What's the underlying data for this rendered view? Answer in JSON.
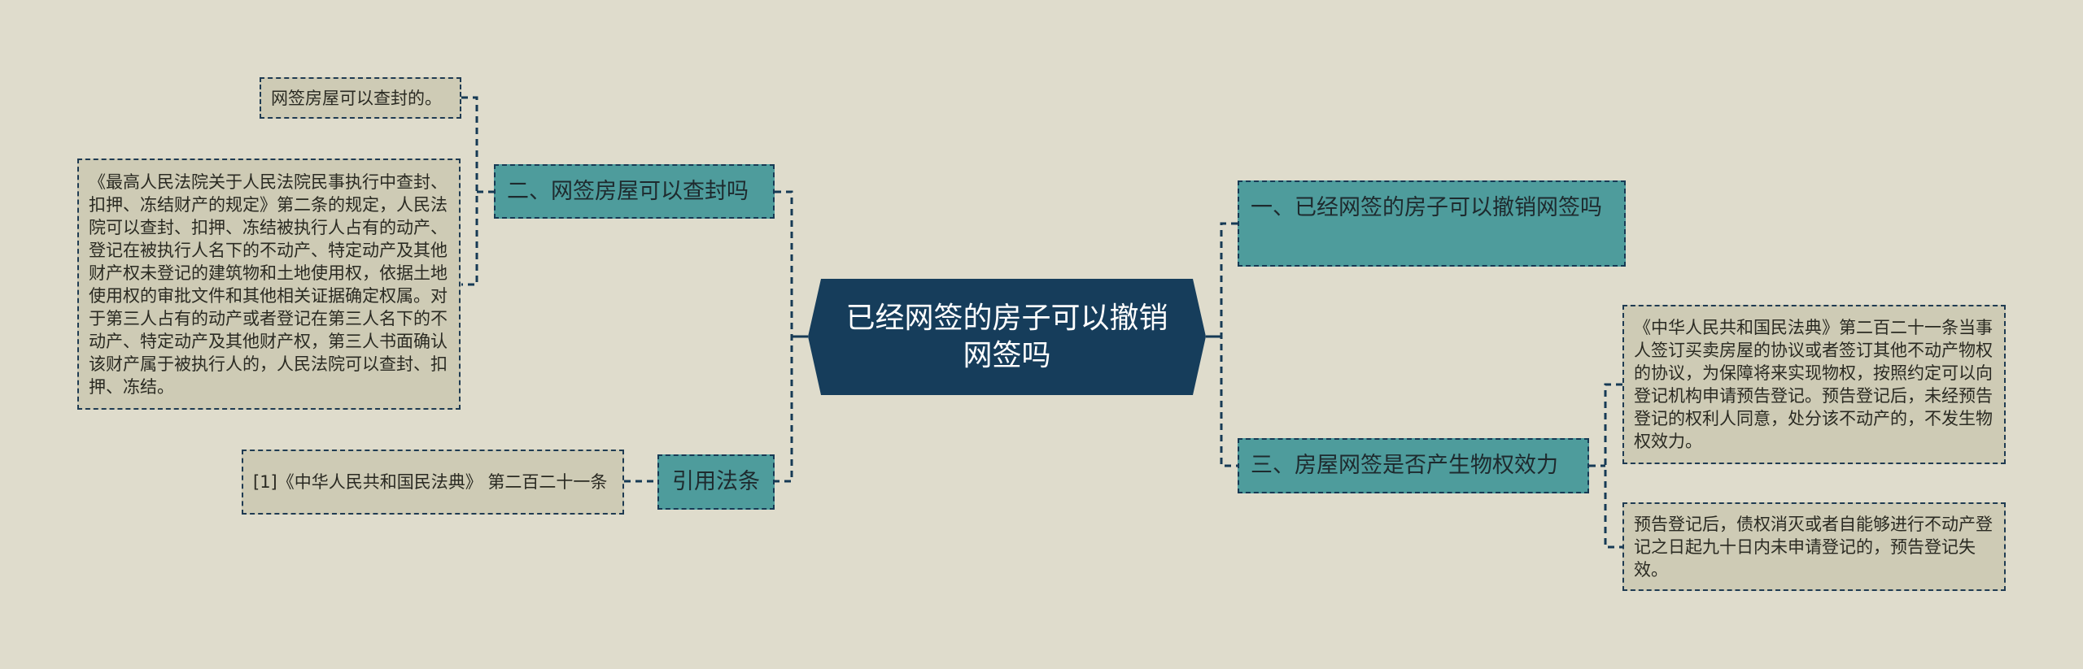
{
  "colors": {
    "background": "#dfdccc",
    "root_fill": "#163d5b",
    "topic_fill": "#4e9c9c",
    "leaf_fill": "#cecbb5",
    "connector": "#163a55",
    "root_text": "#ffffff",
    "topic_text": "#1e2a2e"
  },
  "root": {
    "title": "已经网签的房子可以撤销网签吗"
  },
  "left_branches": [
    {
      "label": "二、网签房屋可以查封吗",
      "children": [
        {
          "text": "网签房屋可以查封的。"
        },
        {
          "text": "《最高人民法院关于人民法院民事执行中查封、扣押、冻结财产的规定》第二条的规定，人民法院可以查封、扣押、冻结被执行人占有的动产、登记在被执行人名下的不动产、特定动产及其他财产权未登记的建筑物和土地使用权，依据土地使用权的审批文件和其他相关证据确定权属。对于第三人占有的动产或者登记在第三人名下的不动产、特定动产及其他财产权，第三人书面确认该财产属于被执行人的，人民法院可以查封、扣押、冻结。"
        }
      ]
    },
    {
      "label": "引用法条",
      "children": [
        {
          "text": "[1]《中华人民共和国民法典》 第二百二十一条"
        }
      ]
    }
  ],
  "right_branches": [
    {
      "label": "一、已经网签的房子可以撤销网签吗",
      "children": []
    },
    {
      "label": "三、房屋网签是否产生物权效力",
      "children": [
        {
          "text": "《中华人民共和国民法典》第二百二十一条当事人签订买卖房屋的协议或者签订其他不动产物权的协议，为保障将来实现物权，按照约定可以向登记机构申请预告登记。预告登记后，未经预告登记的权利人同意，处分该不动产的，不发生物权效力。"
        },
        {
          "text": "预告登记后，债权消灭或者自能够进行不动产登记之日起九十日内未申请登记的，预告登记失效。"
        }
      ]
    }
  ]
}
